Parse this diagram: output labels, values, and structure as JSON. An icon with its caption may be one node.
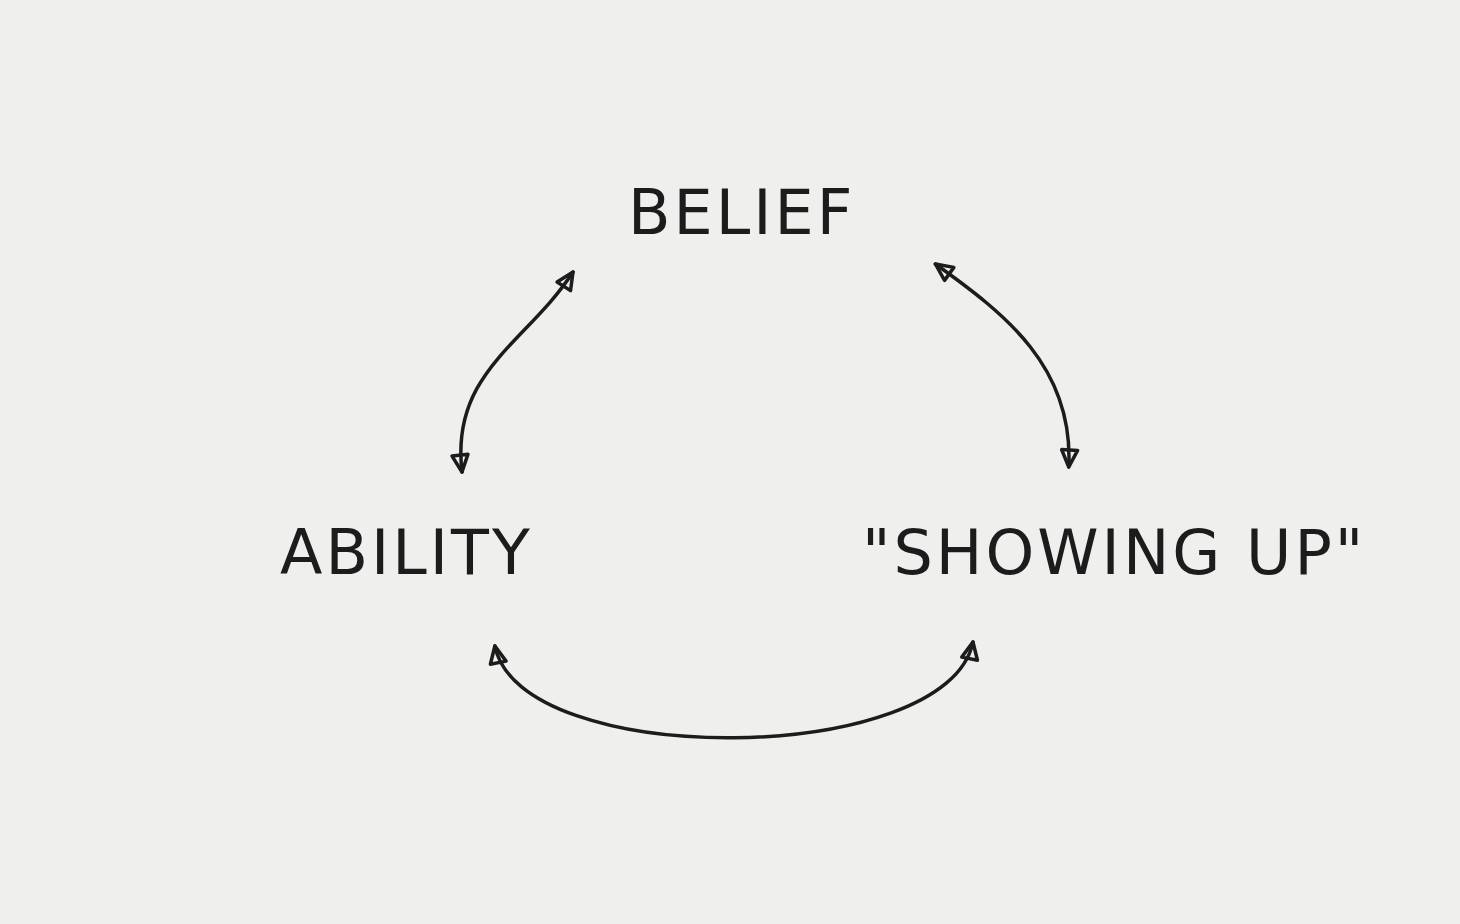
{
  "diagram": {
    "nodes": [
      {
        "text": [
          "BELIEF"
        ]
      },
      {
        "text": [
          "ABILITY"
        ]
      },
      {
        "text": [
          "\"SHOWING UP\""
        ]
      }
    ],
    "edges": [
      {
        "from": 0,
        "to": 1,
        "arrow": "both"
      },
      {
        "from": 0,
        "to": 2,
        "arrow": "both"
      },
      {
        "from": 1,
        "to": 2,
        "arrow": "both"
      }
    ]
  }
}
